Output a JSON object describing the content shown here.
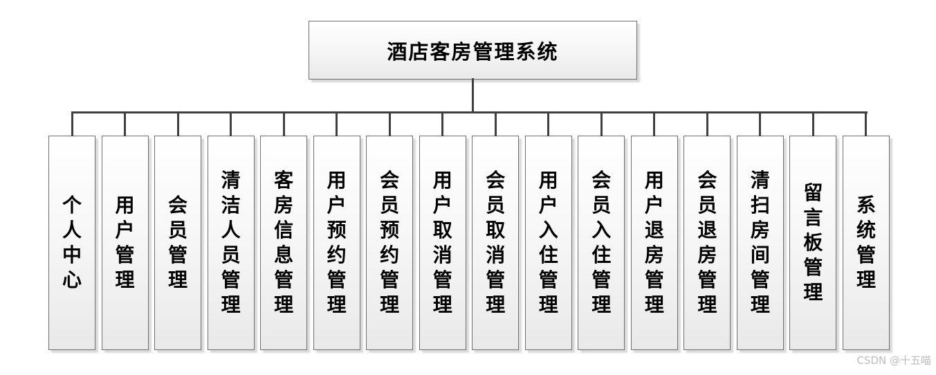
{
  "diagram": {
    "root": {
      "label": "酒店客房管理系统"
    },
    "children": [
      {
        "label": "个人中心"
      },
      {
        "label": "用户管理"
      },
      {
        "label": "会员管理"
      },
      {
        "label": "清洁人员管理"
      },
      {
        "label": "客房信息管理"
      },
      {
        "label": "用户预约管理"
      },
      {
        "label": "会员预约管理"
      },
      {
        "label": "用户取消管理"
      },
      {
        "label": "会员取消管理"
      },
      {
        "label": "用户入住管理"
      },
      {
        "label": "会员入住管理"
      },
      {
        "label": "用户退房管理"
      },
      {
        "label": "会员退房管理"
      },
      {
        "label": "清扫房间管理"
      },
      {
        "label": "留言板管理"
      },
      {
        "label": "系统管理"
      }
    ]
  },
  "watermark": {
    "text": "CSDN @十五喵"
  },
  "colors": {
    "line": "#3f3f3f",
    "box_border": "#6e6e6e",
    "box_fill_bottom": "#e9e9e9",
    "watermark": "#bdbdbd"
  }
}
